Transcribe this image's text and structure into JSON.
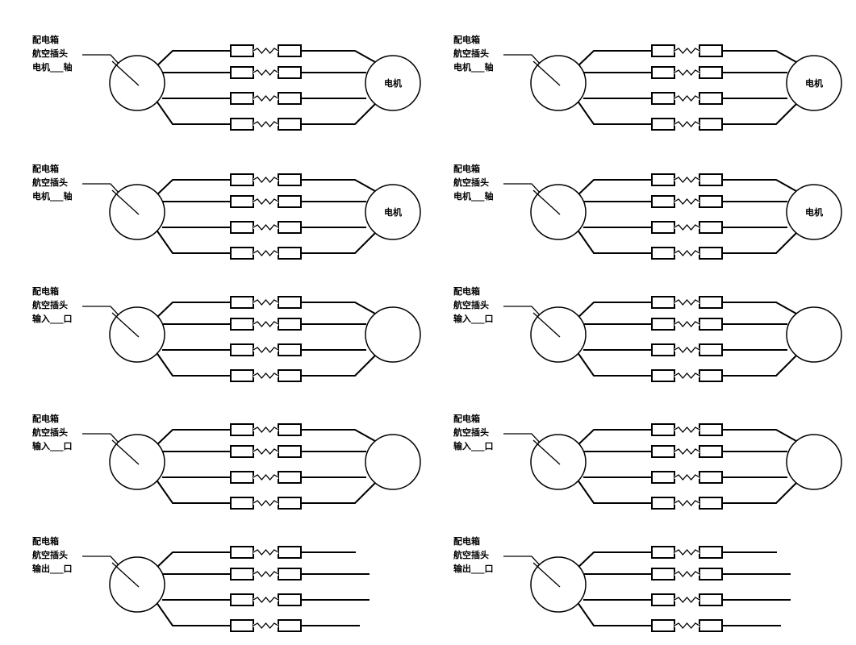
{
  "colors": {
    "line": "#000000",
    "background": "#ffffff"
  },
  "diagrams": [
    {
      "lines": [
        "配电箱",
        "航空插头",
        "电机___轴"
      ],
      "right": "circle",
      "motor_label": "电机"
    },
    {
      "lines": [
        "配电箱",
        "航空插头",
        "电机___轴"
      ],
      "right": "circle",
      "motor_label": "电机"
    },
    {
      "lines": [
        "配电箱",
        "航空插头",
        "电机___轴"
      ],
      "right": "circle",
      "motor_label": "电机"
    },
    {
      "lines": [
        "配电箱",
        "航空插头",
        "电机___轴"
      ],
      "right": "circle",
      "motor_label": "电机"
    },
    {
      "lines": [
        "配电箱",
        "航空插头",
        "输入___口"
      ],
      "right": "circle",
      "motor_label": ""
    },
    {
      "lines": [
        "配电箱",
        "航空插头",
        "输入___口"
      ],
      "right": "circle",
      "motor_label": ""
    },
    {
      "lines": [
        "配电箱",
        "航空插头",
        "输入___口"
      ],
      "right": "circle",
      "motor_label": ""
    },
    {
      "lines": [
        "配电箱",
        "航空插头",
        "输入___口"
      ],
      "right": "circle",
      "motor_label": ""
    },
    {
      "lines": [
        "配电箱",
        "航空插头",
        "输出___口"
      ],
      "right": "open",
      "motor_label": ""
    },
    {
      "lines": [
        "配电箱",
        "航空插头",
        "输出___口"
      ],
      "right": "open",
      "motor_label": ""
    }
  ]
}
